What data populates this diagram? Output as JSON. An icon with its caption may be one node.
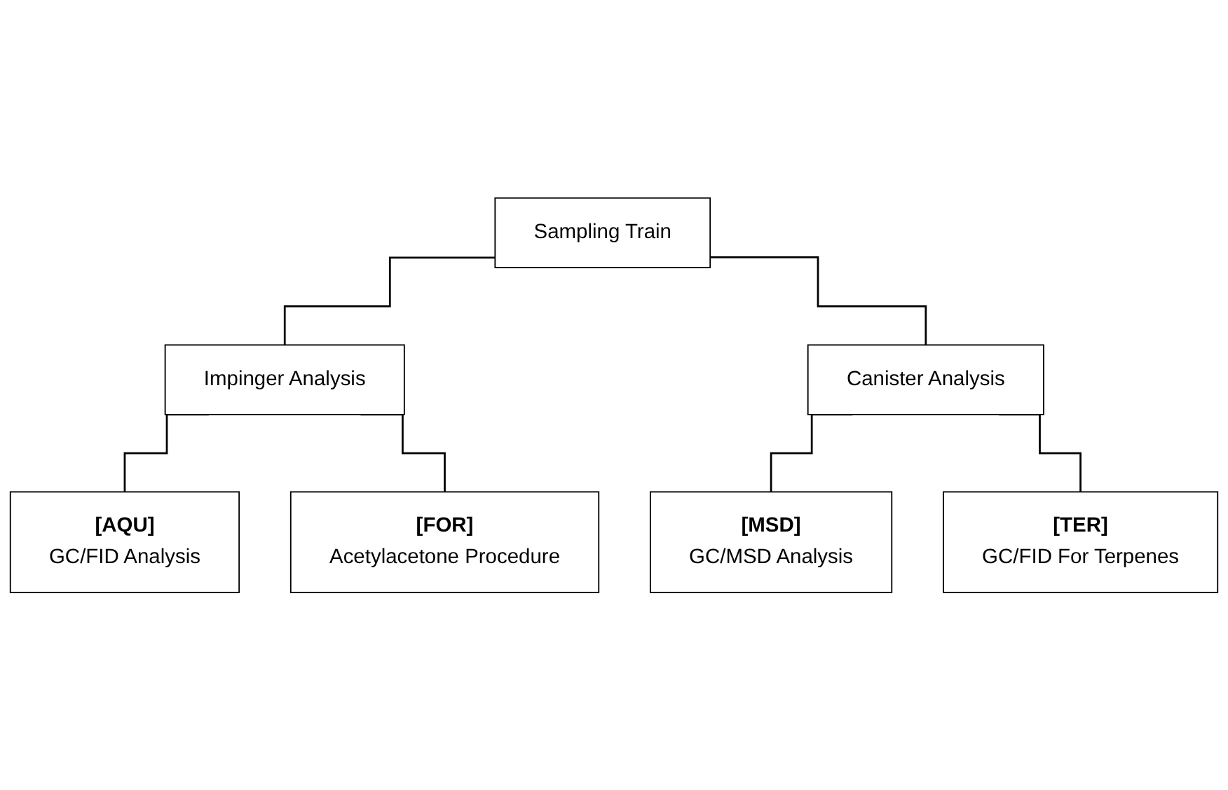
{
  "diagram": {
    "nodes": [
      {
        "text": [
          "Sampling Train"
        ]
      },
      {
        "text": [
          "Impinger Analysis"
        ]
      },
      {
        "text": [
          "Canister Analysis"
        ]
      },
      {
        "text": [
          "[AQU]",
          "GC/FID Analysis"
        ]
      },
      {
        "text": [
          "[FOR]",
          "Acetylacetone Procedure"
        ]
      },
      {
        "text": [
          "[MSD]",
          "GC/MSD Analysis"
        ]
      },
      {
        "text": [
          "[TER]",
          "GC/FID For Terpenes"
        ]
      }
    ],
    "edges": [
      {
        "from": 0,
        "to": 1,
        "arrow": "none"
      },
      {
        "from": 0,
        "to": 2,
        "arrow": "none"
      },
      {
        "from": 1,
        "to": 3,
        "arrow": "none"
      },
      {
        "from": 1,
        "to": 4,
        "arrow": "none"
      },
      {
        "from": 2,
        "to": 5,
        "arrow": "none"
      },
      {
        "from": 2,
        "to": 6,
        "arrow": "none"
      }
    ]
  }
}
